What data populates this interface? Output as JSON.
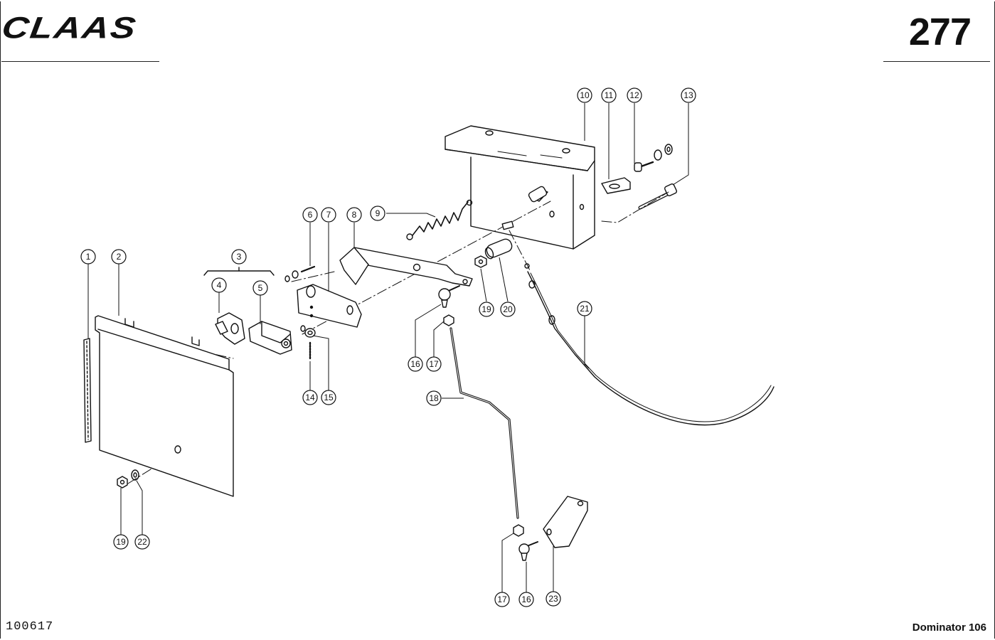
{
  "header": {
    "brand": "CLAAS",
    "page_number": "277"
  },
  "footer": {
    "document_number": "100617",
    "model": "Dominator 106"
  },
  "callouts": [
    "1",
    "2",
    "3",
    "4",
    "5",
    "6",
    "7",
    "8",
    "9",
    "10",
    "11",
    "12",
    "13",
    "14",
    "15",
    "16",
    "16",
    "17",
    "17",
    "18",
    "19",
    "19",
    "20",
    "21",
    "22",
    "23"
  ]
}
